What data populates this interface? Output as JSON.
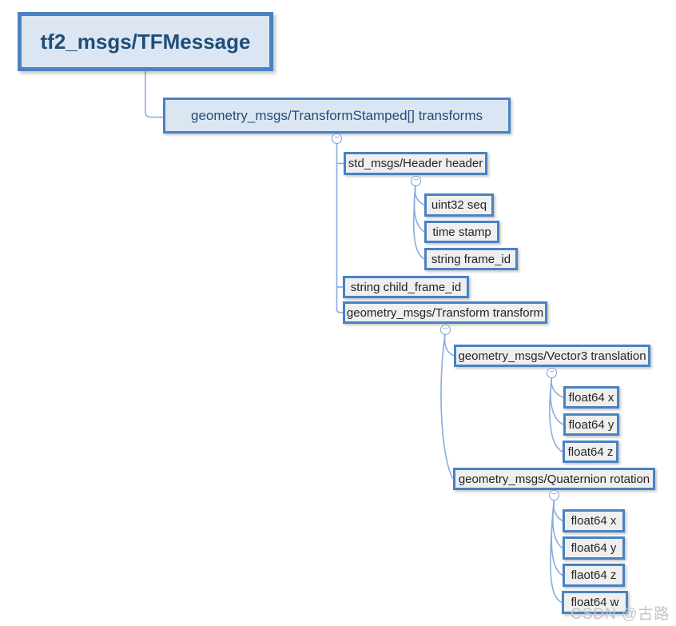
{
  "mindmap": {
    "root": {
      "label": "tf2_msgs/TFMessage"
    },
    "transforms": {
      "label": "geometry_msgs/TransformStamped[] transforms"
    },
    "header": {
      "label": "std_msgs/Header header"
    },
    "seq": {
      "label": "uint32 seq"
    },
    "stamp": {
      "label": "time stamp"
    },
    "frame_id": {
      "label": "string frame_id"
    },
    "child_frame_id": {
      "label": "string child_frame_id"
    },
    "transform": {
      "label": "geometry_msgs/Transform transform"
    },
    "translation": {
      "label": "geometry_msgs/Vector3 translation"
    },
    "translation_x": {
      "label": "float64 x"
    },
    "translation_y": {
      "label": "float64 y"
    },
    "translation_z": {
      "label": "float64 z"
    },
    "rotation": {
      "label": "geometry_msgs/Quaternion rotation"
    },
    "rotation_x": {
      "label": "float64 x"
    },
    "rotation_y": {
      "label": "float64 y"
    },
    "rotation_z": {
      "label": "flaot64 z"
    },
    "rotation_w": {
      "label": "float64 w"
    },
    "collapse_glyph": "−"
  },
  "watermark": {
    "text": "CSDN @古路"
  },
  "palette": {
    "node_border": "#4a82c2",
    "node_fill_primary": "#dce6f2",
    "node_fill_secondary": "#efeff0",
    "text_primary": "#1f4e79",
    "text_secondary": "#242424",
    "connector": "#88acdc",
    "toggle_ring": "#7aa2d6",
    "watermark": "#c2c5c9"
  }
}
